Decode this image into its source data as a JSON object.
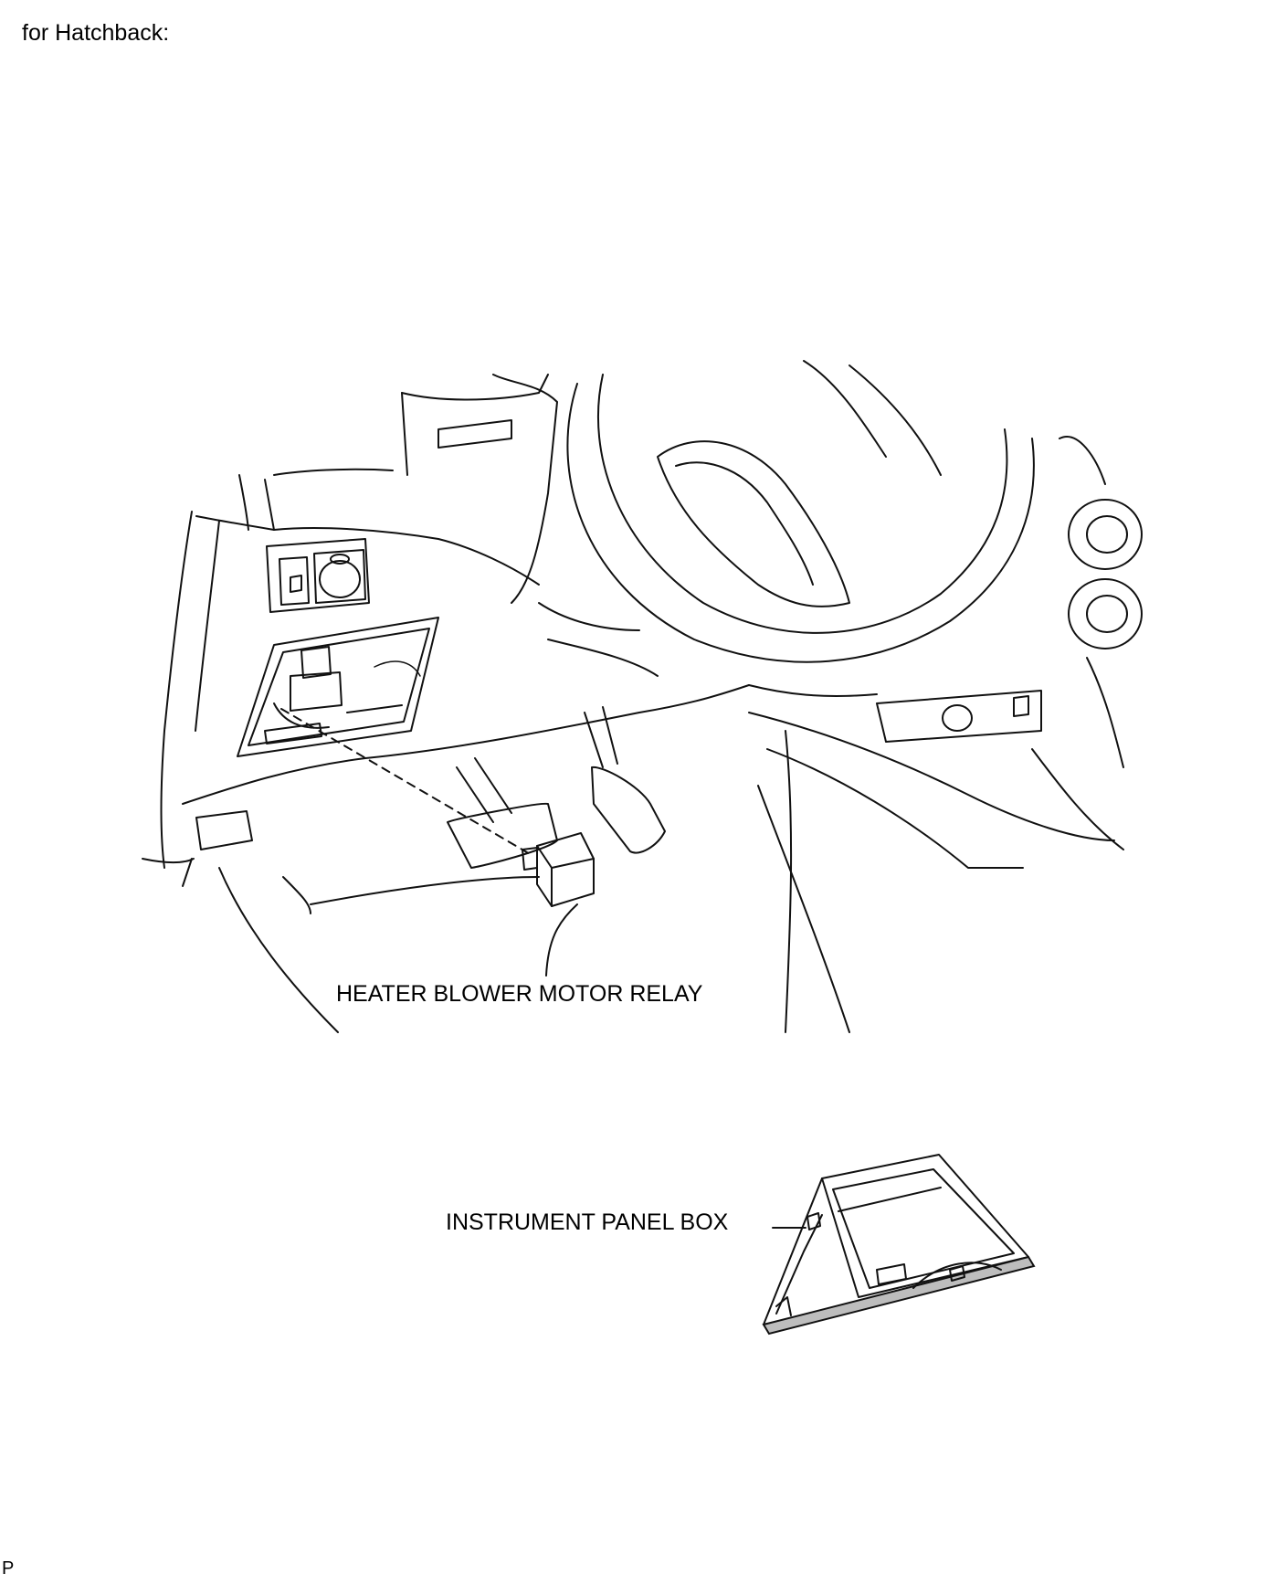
{
  "caption": "for Hatchback:",
  "callouts": {
    "relay": "HEATER BLOWER MOTOR RELAY",
    "box": "INSTRUMENT PANEL BOX"
  },
  "footer_code": "P",
  "colors": {
    "line": "#111111",
    "background": "#ffffff"
  }
}
